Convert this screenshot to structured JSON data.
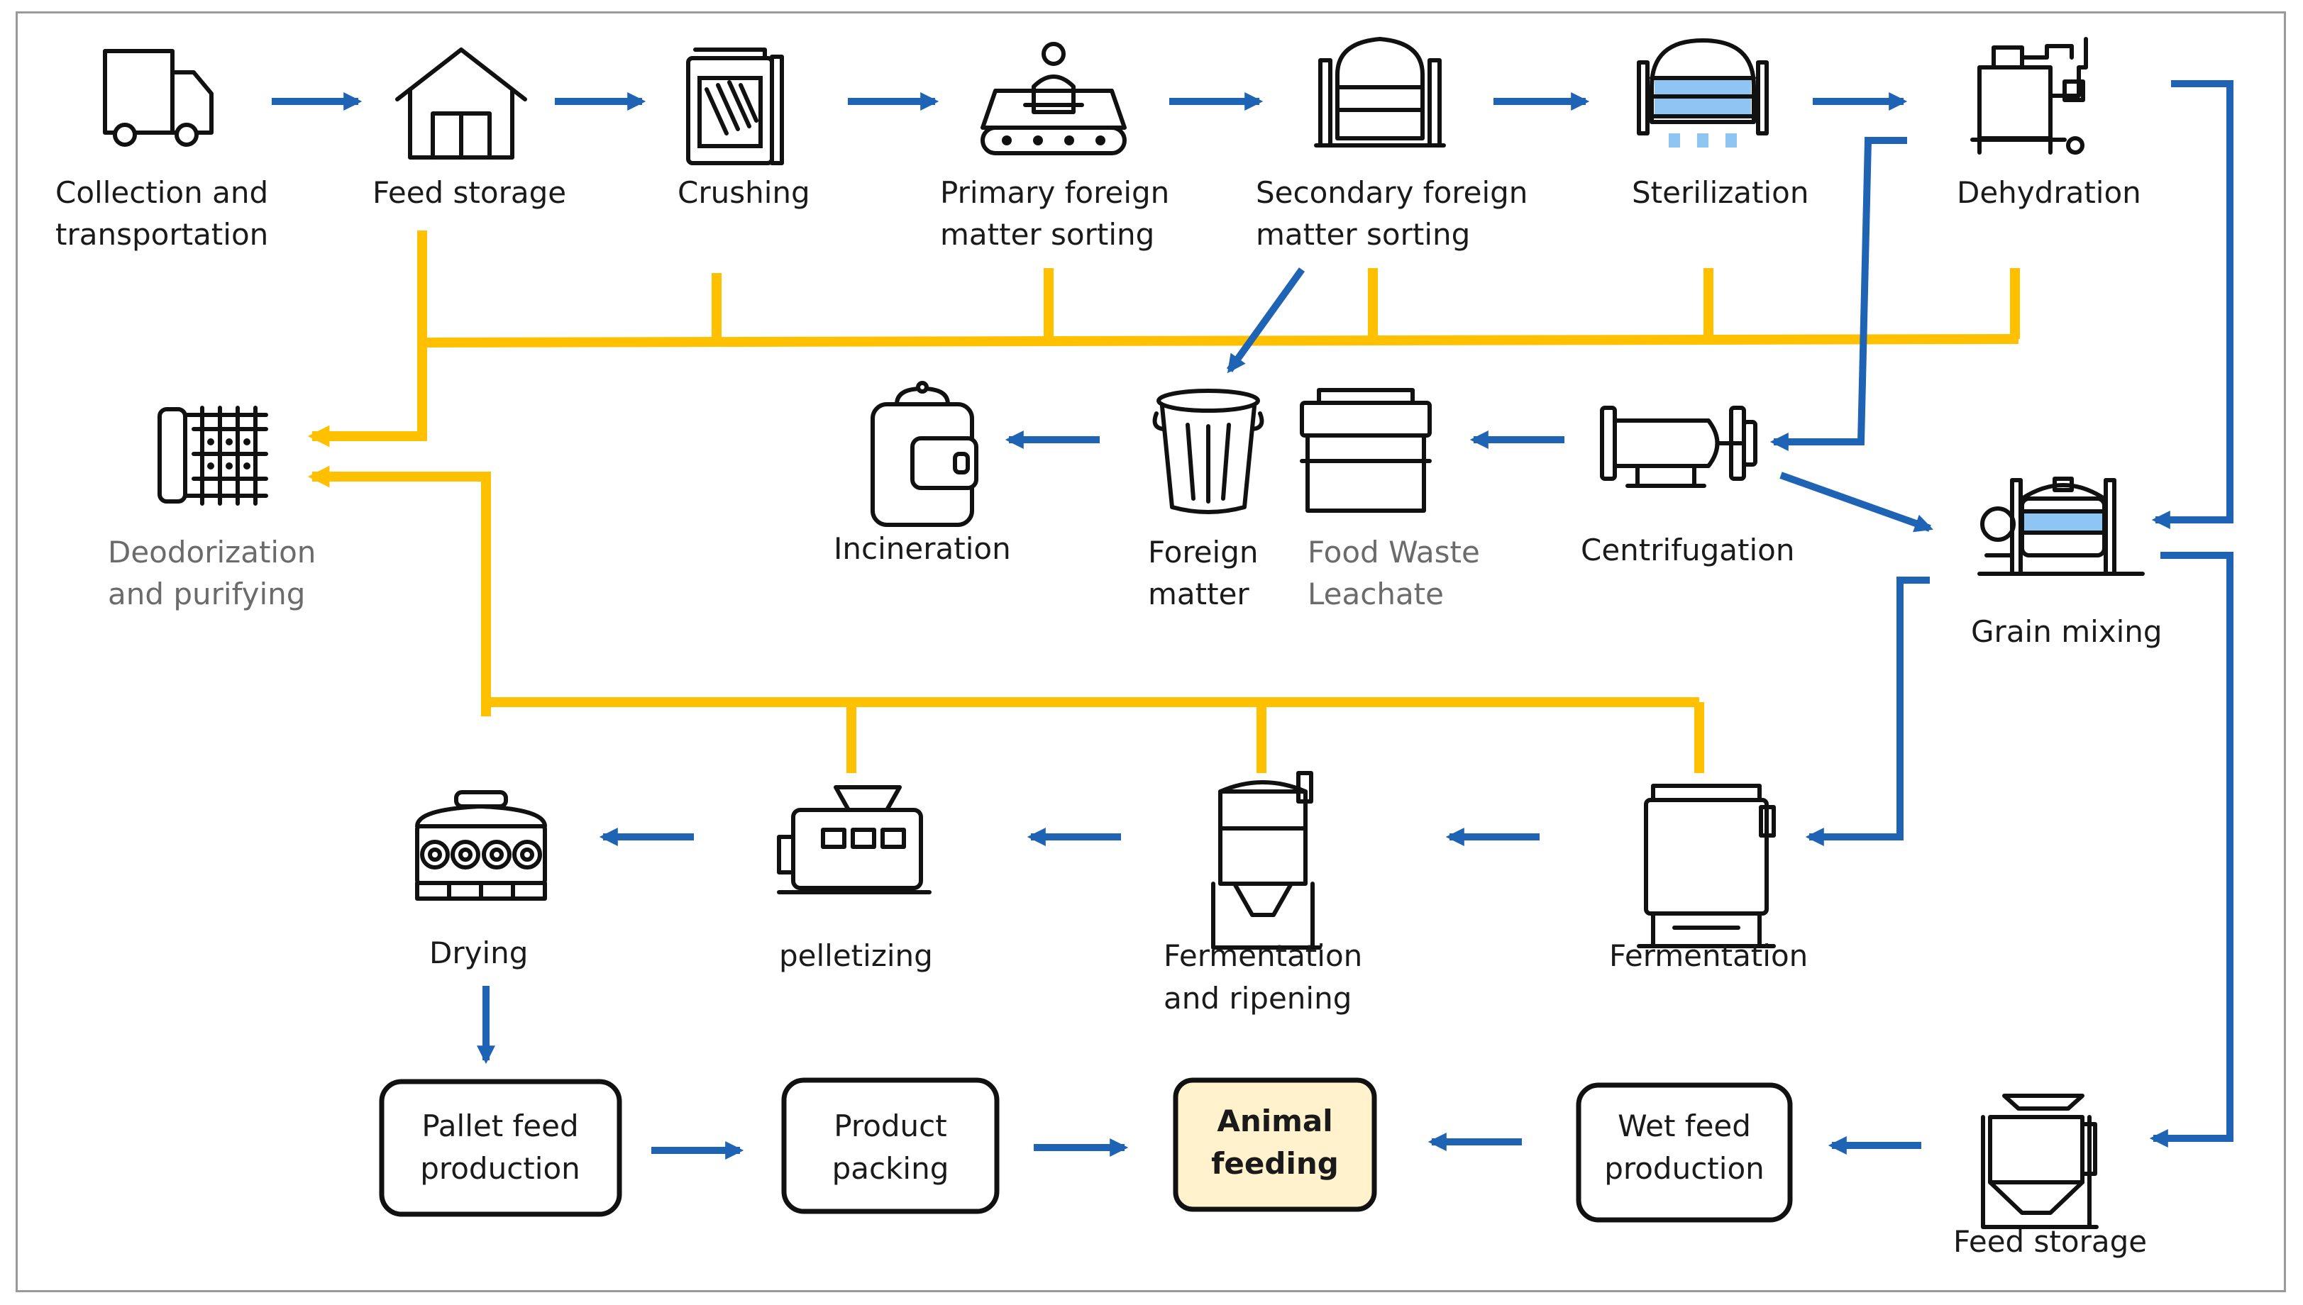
{
  "colors": {
    "flow_arrow": "#1F63B5",
    "emission_line": "#FFC000",
    "highlight_box": "#FFF2CC",
    "secondary_text": "#6b6b6b"
  },
  "steps": {
    "collection": {
      "line1": "Collection and",
      "line2": "transportation",
      "icon": "truck-icon"
    },
    "feed_storage_top": {
      "line1": "Feed storage",
      "icon": "warehouse-icon"
    },
    "crushing": {
      "line1": "Crushing",
      "icon": "crusher-icon"
    },
    "primary_sorting": {
      "line1": "Primary foreign",
      "line2": "matter sorting",
      "icon": "conveyor-worker-icon"
    },
    "secondary_sorting": {
      "line1": "Secondary foreign",
      "line2": "matter sorting",
      "icon": "separator-tank-icon"
    },
    "sterilization": {
      "line1": "Sterilization",
      "icon": "sterilizer-icon"
    },
    "dehydration": {
      "line1": "Dehydration",
      "icon": "dehydrator-icon"
    },
    "deodorization": {
      "line1": "Deodorization",
      "line2": "and purifying",
      "icon": "deodorizer-icon"
    },
    "incineration": {
      "line1": "Incineration",
      "icon": "incinerator-icon"
    },
    "foreign_matter": {
      "line1": "Foreign",
      "line2": "matter",
      "icon": "trash-bin-icon"
    },
    "leachate": {
      "line1": "Food Waste",
      "line2": "Leachate",
      "icon": "leachate-tank-icon"
    },
    "centrifugation": {
      "line1": "Centrifugation",
      "icon": "centrifuge-icon"
    },
    "grain_mixing": {
      "line1": "Grain mixing",
      "icon": "mixer-icon"
    },
    "drying": {
      "line1": "Drying",
      "icon": "dryer-icon"
    },
    "pelletizing": {
      "line1": "pelletizing",
      "icon": "pelletizer-icon"
    },
    "ripening": {
      "line1": "Fermentation",
      "line2": "and ripening",
      "icon": "silo-icon"
    },
    "fermentation": {
      "line1": "Fermentation",
      "icon": "fermenter-icon"
    },
    "feed_storage_bottom": {
      "line1": "Feed storage",
      "icon": "hopper-icon"
    }
  },
  "boxes": {
    "pallet_feed": {
      "line1": "Pallet feed",
      "line2": "production"
    },
    "product_packing": {
      "line1": "Product",
      "line2": "packing"
    },
    "animal_feeding": {
      "line1": "Animal",
      "line2": "feeding"
    },
    "wet_feed": {
      "line1": "Wet feed",
      "line2": "production"
    }
  }
}
